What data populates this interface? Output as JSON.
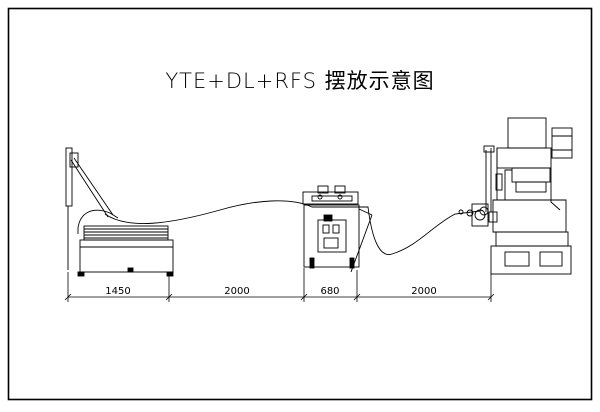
{
  "title": "YTE+DL+RFS 摆放示意图",
  "dimensions": {
    "d1": "1450",
    "d2": "2000",
    "d3": "680",
    "d4": "2000"
  }
}
